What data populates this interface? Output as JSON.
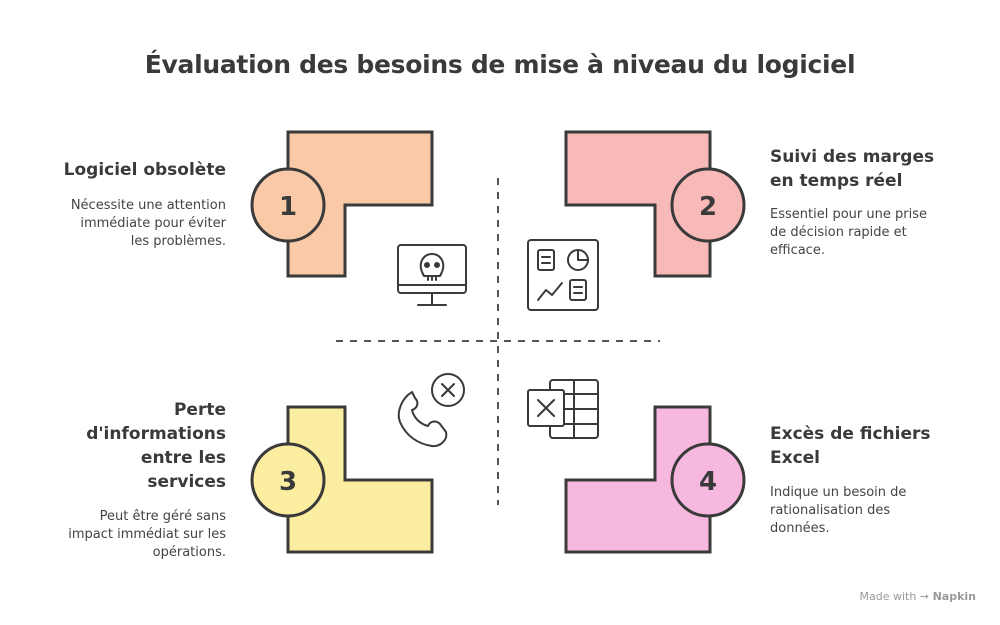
{
  "title": "Évaluation des besoins de mise à niveau du logiciel",
  "items": [
    {
      "number": "1",
      "heading": [
        "Logiciel obsolète"
      ],
      "description": [
        "Nécessite une attention",
        "immédiate pour éviter",
        "les problèmes."
      ],
      "color": "#f9c9a8",
      "icon": "monitor-skull-icon"
    },
    {
      "number": "2",
      "heading": [
        "Suivi des marges",
        "en temps réel"
      ],
      "description": [
        "Essentiel pour une prise",
        "de décision rapide et",
        "efficace."
      ],
      "color": "#f8b9b9",
      "icon": "dashboard-chart-icon"
    },
    {
      "number": "3",
      "heading": [
        "Perte",
        "d'informations",
        "entre les",
        "services"
      ],
      "description": [
        "Peut être géré sans",
        "impact immédiat sur les",
        "opérations."
      ],
      "color": "#fbeea0",
      "icon": "phone-disconnected-icon"
    },
    {
      "number": "4",
      "heading": [
        "Excès de fichiers",
        "Excel"
      ],
      "description": [
        "Indique un besoin de",
        "rationalisation des",
        "données."
      ],
      "color": "#f7b8e0",
      "icon": "excel-file-icon"
    }
  ],
  "credit": {
    "made_with": "Made with",
    "brand": "Napkin"
  }
}
